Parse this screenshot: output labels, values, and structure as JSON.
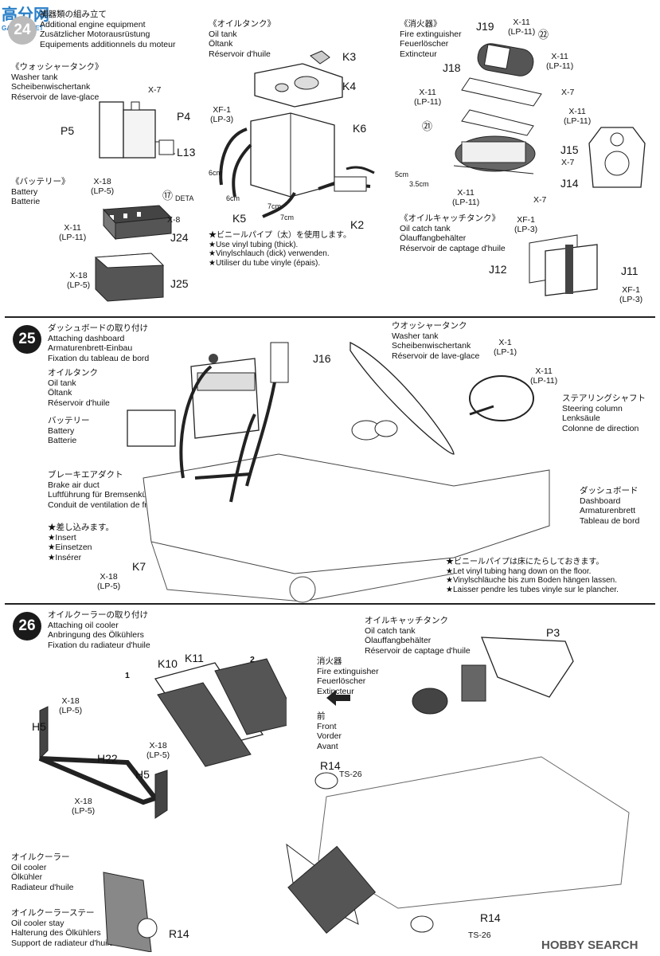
{
  "watermark_top": {
    "text": "高分网",
    "sub": "GAOFEN.NET"
  },
  "step24": {
    "number": "24",
    "title": [
      "補器類の組み立て",
      "Additional engine equipment",
      "Zusätzlicher Motorausrüstung",
      "Equipements additionnels du moteur"
    ],
    "washer": [
      "《ウォッシャータンク》",
      "Washer tank",
      "Scheibenwischertank",
      "Réservoir de lave-glace"
    ],
    "oiltank": [
      "《オイルタンク》",
      "Oil tank",
      "Öltank",
      "Réservoir d'huile"
    ],
    "extinguisher": [
      "《消火器》",
      "Fire extinguisher",
      "Feuerlöscher",
      "Extincteur"
    ],
    "battery": [
      "《バッテリー》",
      "Battery",
      "Batterie"
    ],
    "catchtank": [
      "《オイルキャッチタンク》",
      "Oil catch tank",
      "Ölauffangbehälter",
      "Réservoir de captage d'huile"
    ],
    "vinyl_note": [
      "★ビニールパイプ（太）を使用します。",
      "★Use vinyl tubing (thick).",
      "★Vinylschlauch (dick) verwenden.",
      "★Utiliser du tube vinyle (épais)."
    ],
    "parts": {
      "P5": "P5",
      "P4": "P4",
      "L13": "L13",
      "K3": "K3",
      "K4": "K4",
      "K6": "K6",
      "K5": "K5",
      "K2": "K2",
      "J19": "J19",
      "J18": "J18",
      "J15": "J15",
      "J14": "J14",
      "J24": "J24",
      "J25": "J25",
      "J12": "J12",
      "J11": "J11"
    },
    "screws": {
      "x7a": "X-7",
      "xf1a": "XF-1\n(LP-3)",
      "x11a": "X-11\n(LP-11)",
      "x11b": "X-11\n(LP-11)",
      "x11c": "X-11\n(LP-11)",
      "x11d": "X-11\n(LP-11)",
      "x7b": "X-7",
      "x7c": "X-7",
      "x7d": "X-7",
      "x18a": "X-18\n(LP-5)",
      "x8": "X-8",
      "x11e": "X-11\n(LP-11)",
      "x18b": "X-18\n(LP-5)",
      "xf1b": "XF-1\n(LP-3)",
      "xf1c": "XF-1\n(LP-3)"
    },
    "lengths": {
      "l6a": "6cm",
      "l6b": "6cm",
      "l7a": "7cm",
      "l7b": "7cm",
      "l5": "5cm",
      "l35": "3.5cm"
    },
    "decal": {
      "d22": "㉒",
      "d21": "㉑",
      "d17": "⑰",
      "deta": "DETA"
    }
  },
  "step25": {
    "number": "25",
    "title": [
      "ダッシュボードの取り付け",
      "Attaching dashboard",
      "Armaturenbrett-Einbau",
      "Fixation du tableau de bord"
    ],
    "oiltank": [
      "オイルタンク",
      "Oil tank",
      "Öltank",
      "Réservoir d'huile"
    ],
    "battery": [
      "バッテリー",
      "Battery",
      "Batterie"
    ],
    "brake": [
      "ブレーキエアダクト",
      "Brake air duct",
      "Luftführung für Bremsenkühlung",
      "Conduit de ventilation de frein"
    ],
    "insert": [
      "★差し込みます。",
      "★Insert",
      "★Einsetzen",
      "★Insérer"
    ],
    "washer": [
      "ウオッシャータンク",
      "Washer tank",
      "Scheibenwischertank",
      "Réservoir de lave-glace"
    ],
    "steering": [
      "ステアリングシャフト",
      "Steering column",
      "Lenksäule",
      "Colonne de direction"
    ],
    "dashboard": [
      "ダッシュボード",
      "Dashboard",
      "Armaturenbrett",
      "Tableau de bord"
    ],
    "vinyl_note": [
      "★ビニールパイプは床にたらしておきます。",
      "★Let vinyl tubing hang down on the floor.",
      "★Vinylschläuche bis zum Boden hängen lassen.",
      "★Laisser pendre les tubes vinyle sur le plancher."
    ],
    "parts": {
      "J16": "J16",
      "K7": "K7"
    },
    "screws": {
      "x1": "X-1\n(LP-1)",
      "x11": "X-11\n(LP-11)",
      "x18": "X-18\n(LP-5)"
    }
  },
  "step26": {
    "number": "26",
    "title": [
      "オイルクーラーの取り付け",
      "Attaching oil cooler",
      "Anbringung des Ölkühlers",
      "Fixation du radiateur d'huile"
    ],
    "catchtank": [
      "オイルキャッチタンク",
      "Oil catch tank",
      "Ölauffangbehälter",
      "Réservoir de captage d'huile"
    ],
    "extinguisher": [
      "消火器",
      "Fire extinguisher",
      "Feuerlöscher",
      "Extincteur"
    ],
    "front": [
      "前",
      "Front",
      "Vorder",
      "Avant"
    ],
    "cooler": [
      "オイルクーラー",
      "Oil cooler",
      "Ölkühler",
      "Radiateur d'huile"
    ],
    "stay": [
      "オイルクーラーステー",
      "Oil cooler stay",
      "Halterung des Ölkühlers",
      "Support de radiateur d'huile"
    ],
    "parts": {
      "K10": "K10",
      "K11": "K11",
      "H5a": "H5",
      "H22": "H22",
      "H5b": "H5",
      "P3": "P3",
      "R14a": "R14",
      "R14b": "R14",
      "R14c": "R14"
    },
    "screws": {
      "x18a": "X-18\n(LP-5)",
      "x18b": "X-18\n(LP-5)",
      "x18c": "X-18\n(LP-5)",
      "ts26a": "TS-26",
      "ts26b": "TS-26"
    },
    "callouts": {
      "c1": "1",
      "c2": "2"
    }
  },
  "watermark_bottom": "HOBBY SEARCH",
  "colors": {
    "ink": "#111111",
    "step_bg": "#1a1a1a",
    "watermark": "#2a7fc8"
  }
}
